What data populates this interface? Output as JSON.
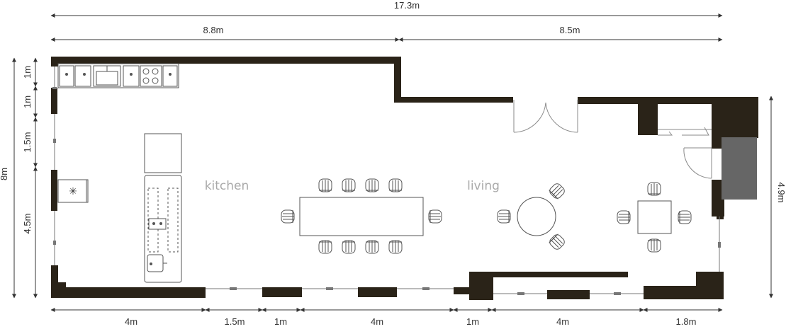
{
  "colors": {
    "wall": "#2a2318",
    "fixture_stroke": "#555555",
    "dimension": "#333333",
    "room_label": "#a9a9a9",
    "storage": "#666666"
  },
  "dimensions": {
    "total_width": "17.3m",
    "left_width": "8.8m",
    "right_width": "8.5m",
    "total_height": "8m",
    "left_segments": [
      "1m",
      "1m",
      "1.5m",
      "4.5m"
    ],
    "right_height": "4.9m",
    "bottom_segments": [
      "4m",
      "1.5m",
      "1m",
      "4m",
      "1m",
      "4m",
      "1.8m"
    ]
  },
  "rooms": {
    "kitchen": "kitchen",
    "living": "living"
  },
  "icons": {
    "sink": "sink-icon",
    "stove": "stove-icon",
    "fridge": "fridge-icon",
    "chair": "chair-icon",
    "door": "door-swing-icon"
  }
}
